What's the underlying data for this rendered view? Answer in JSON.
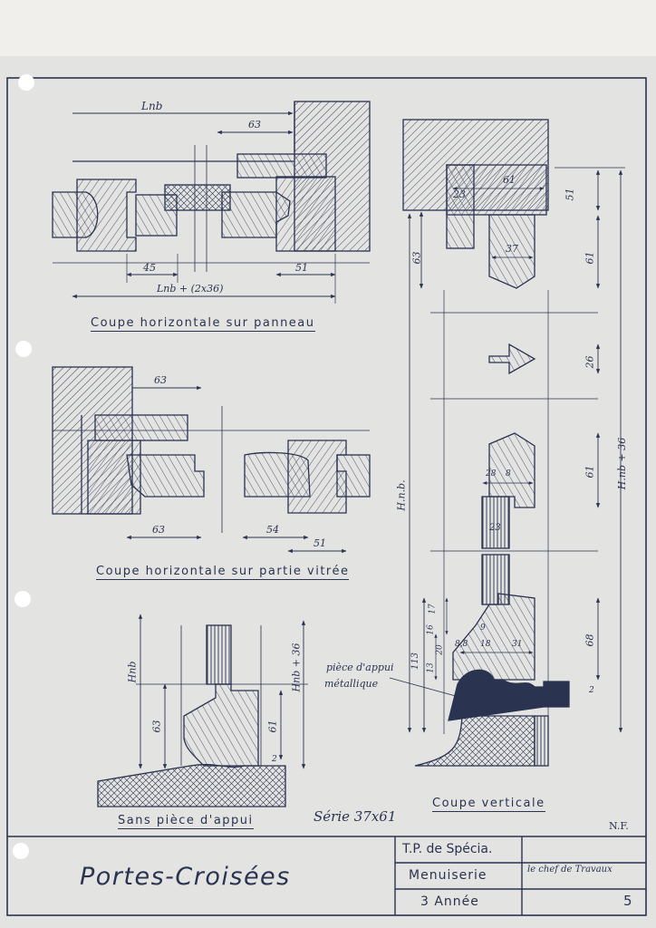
{
  "captions": {
    "horizontal_panel": "Coupe horizontale sur panneau",
    "horizontal_glazed": "Coupe horizontale sur partie vitrée",
    "no_sill": "Sans pièce d'appui",
    "vertical": "Coupe verticale",
    "series": "Série 37x61",
    "sill_note_1": "pièce d'appui",
    "sill_note_2": "métallique",
    "initials": "N.F."
  },
  "dimensions": {
    "d1_lnb": "Lnb",
    "d1_63": "63",
    "d1_45": "45",
    "d1_51": "51",
    "d1_lnb36": "Lnb + (2x36)",
    "d2_63a": "63",
    "d2_63b": "63",
    "d2_54": "54",
    "d2_51": "51",
    "d3_hnb": "Hnb",
    "d3_63": "63",
    "d3_61": "61",
    "d3_2": "2",
    "d3_hnb36": "Hnb + 36",
    "v_61": "61",
    "v_23": "23",
    "v_37": "37",
    "v_63": "63",
    "v_51": "51",
    "v_61b": "61",
    "v_26": "26",
    "v_61c": "61",
    "v_hnb36": "H.nb + 36",
    "v_hnb": "H.n.b.",
    "v_28": "28",
    "v_8": "8",
    "v_23b": "23",
    "v_68": "68",
    "v_2": "2",
    "v_113": "113",
    "v_13": "13",
    "v_20": "20",
    "v_16": "16",
    "v_17": "17",
    "v_9": "9",
    "v_88": "8,8",
    "v_18": "18",
    "v_31": "31"
  },
  "title_block": {
    "title": "Portes-Croisées",
    "school": "T.P. de Spécia.",
    "trade": "Menuiserie",
    "year": "3 Année",
    "signature": "le chef de Travaux",
    "sheet_number": "5"
  },
  "colors": {
    "ink": "#2a3350",
    "paper": "#e3e3e1",
    "top_strip": "#f1efeb"
  }
}
